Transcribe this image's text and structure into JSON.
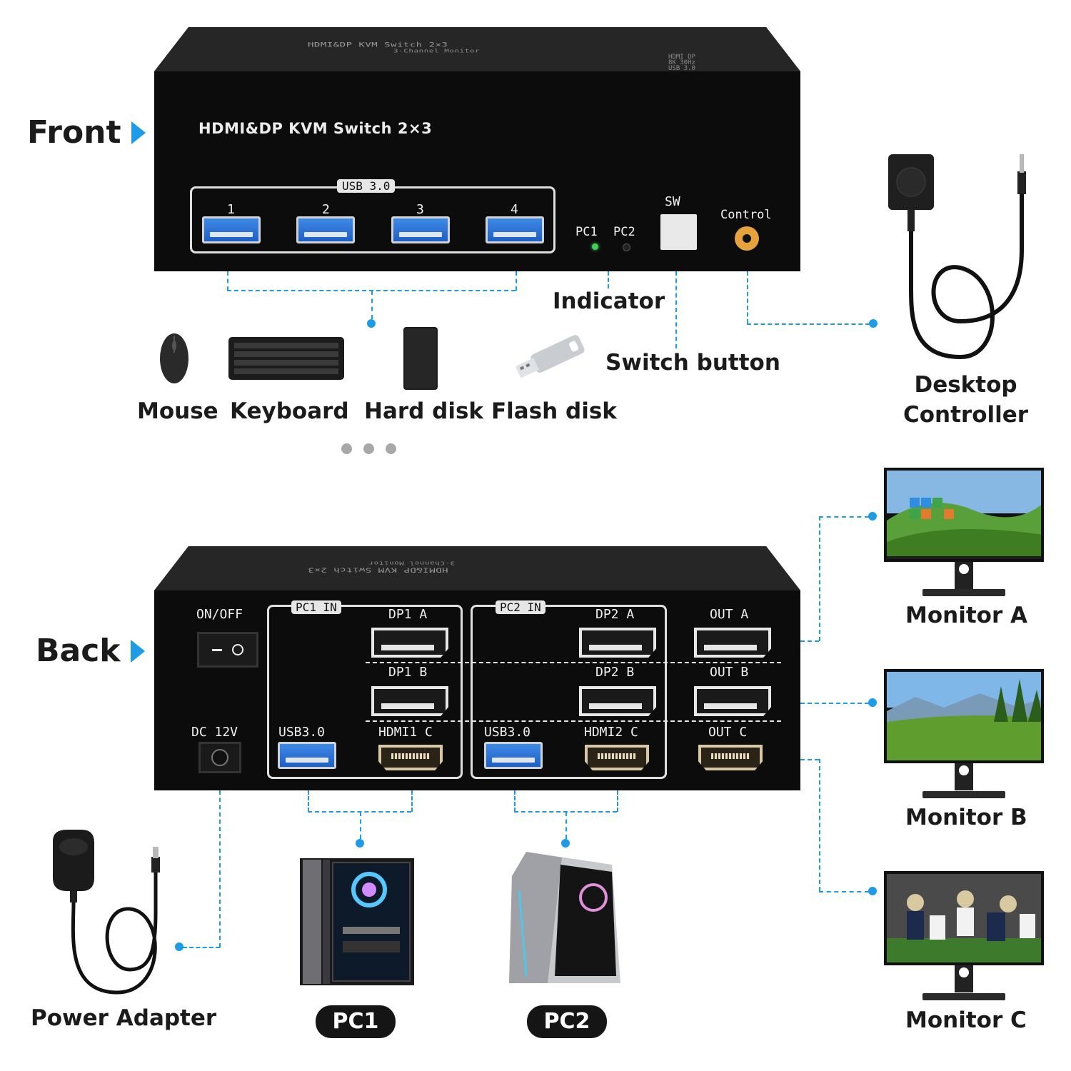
{
  "labels": {
    "front": "Front",
    "back": "Back"
  },
  "front_device": {
    "top_title": "HDMI&DP KVM Switch 2×3",
    "top_subtitle": "3-Channel Monitor",
    "top_status": [
      "HDMI DP",
      "8K 30Hz",
      "USB 3.0"
    ],
    "face_title": "HDMI&DP KVM Switch 2×3",
    "usb_group_label": "USB 3.0",
    "usb_ports": [
      "1",
      "2",
      "3",
      "4"
    ],
    "pc1_label": "PC1",
    "pc2_label": "PC2",
    "sw_label": "SW",
    "control_label": "Control",
    "led_pc1_color": "#3fd15a"
  },
  "front_callouts": {
    "indicator": "Indicator",
    "switch_button": "Switch button",
    "desktop_controller": [
      "Desktop",
      "Controller"
    ]
  },
  "peripherals": [
    {
      "icon": "mouse-icon",
      "label": "Mouse"
    },
    {
      "icon": "keyboard-icon",
      "label": "Keyboard"
    },
    {
      "icon": "hard-disk-icon",
      "label": "Hard disk"
    },
    {
      "icon": "flash-disk-icon",
      "label": "Flash disk"
    }
  ],
  "back_device": {
    "on_off": "ON/OFF",
    "dc": "DC 12V",
    "pc1_in": "PC1 IN",
    "pc2_in": "PC2 IN",
    "dp1a": "DP1 A",
    "dp1b": "DP1 B",
    "hdmi1c": "HDMI1 C",
    "usb1": "USB3.0",
    "dp2a": "DP2 A",
    "dp2b": "DP2 B",
    "hdmi2c": "HDMI2 C",
    "usb2": "USB3.0",
    "outa": "OUT A",
    "outb": "OUT B",
    "outc": "OUT C"
  },
  "back_callouts": {
    "power_adapter": "Power Adapter",
    "pc1": "PC1",
    "pc2": "PC2",
    "monitor_a": "Monitor A",
    "monitor_b": "Monitor B",
    "monitor_c": "Monitor C"
  },
  "colors": {
    "accent": "#1e9be6",
    "device_body": "#0d0d0d",
    "usb_blue": "#2f74d6"
  }
}
